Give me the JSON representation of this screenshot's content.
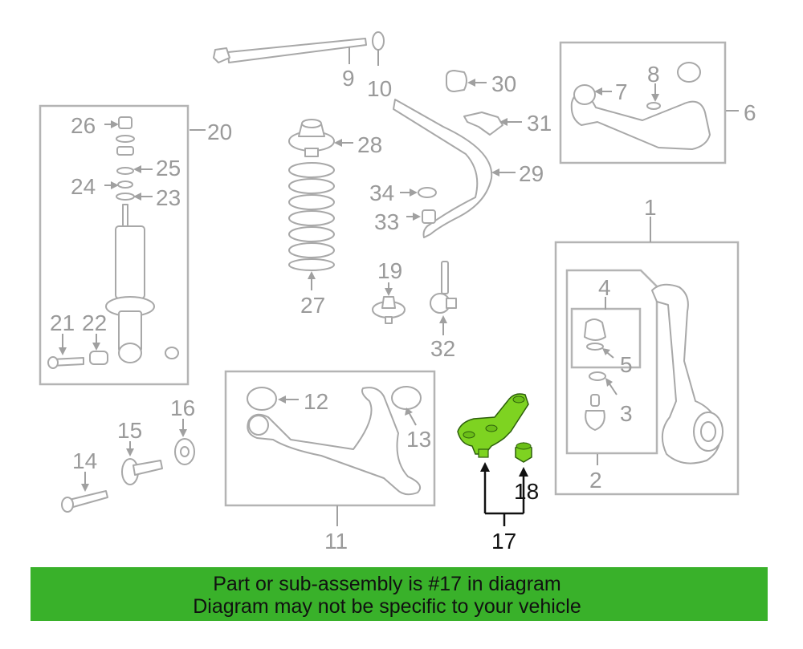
{
  "callouts": {
    "c1": "1",
    "c2": "2",
    "c3": "3",
    "c4": "4",
    "c5": "5",
    "c6": "6",
    "c7": "7",
    "c8": "8",
    "c9": "9",
    "c10": "10",
    "c11": "11",
    "c12": "12",
    "c13": "13",
    "c14": "14",
    "c15": "15",
    "c16": "16",
    "c17": "17",
    "c18": "18",
    "c19": "19",
    "c20": "20",
    "c21": "21",
    "c22": "22",
    "c23": "23",
    "c24": "24",
    "c25": "25",
    "c26": "26",
    "c27": "27",
    "c28": "28",
    "c29": "29",
    "c30": "30",
    "c31": "31",
    "c32": "32",
    "c33": "33",
    "c34": "34"
  },
  "highlight": {
    "color": "#7ed321",
    "callouts": [
      "17",
      "18"
    ]
  },
  "banner": {
    "line1": "Part or sub-assembly is #17 in diagram",
    "line2": "Diagram may not be specific to your vehicle",
    "color": "#39b12a"
  }
}
